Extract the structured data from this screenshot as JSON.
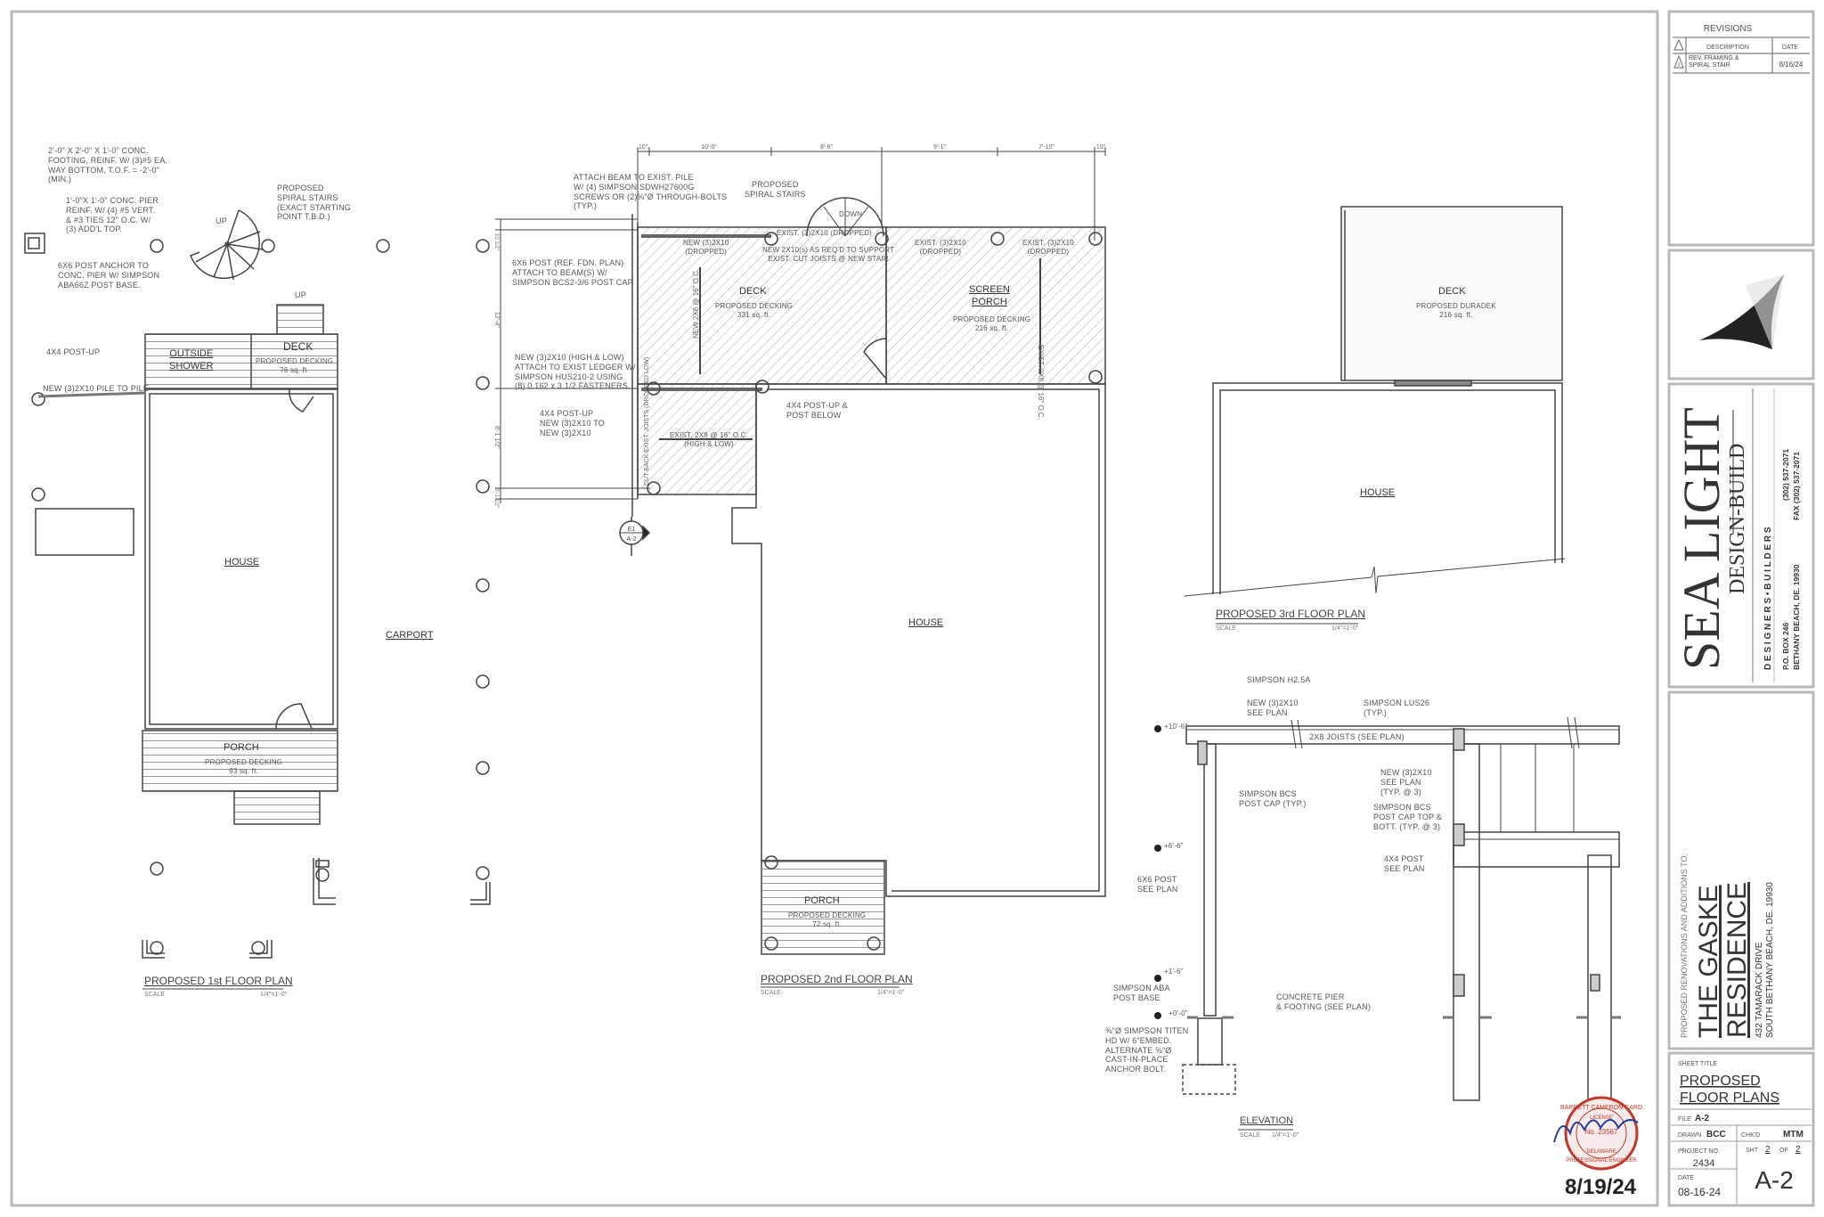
{
  "revisions": {
    "title": "REVISIONS",
    "col_description": "DESCRIPTION",
    "col_date": "DATE",
    "rows": [
      {
        "mark": "1",
        "description": "REV. FRAMING &\nSPIRAL STAIR",
        "date": "8/16/24"
      }
    ]
  },
  "firm": {
    "name": "SEA LIGHT",
    "subname": "DESIGN-BUILD",
    "tagline": "D E S I G N E R S  •  B U I L D E R S",
    "address1": "P.O. BOX 246",
    "address2": "BETHANY BEACH, DE.   19930",
    "phone": "(302) 537-2071",
    "fax": "FAX (302) 537-2071"
  },
  "project": {
    "intro": "PROPOSED RENOVATIONS AND ADDITIONS TO:",
    "name1": "THE GASKE",
    "name2": "RESIDENCE",
    "street": "432 TAMARACK DRIVE",
    "city": "SOUTH BETHANY BEACH, DE.   19930"
  },
  "sheet": {
    "title_label": "SHEET TITLE",
    "title1": "PROPOSED",
    "title2": "FLOOR PLANS",
    "file_label": "FILE",
    "file": "A-2",
    "drawn_label": "DRAWN",
    "drawn": "BCC",
    "checked_label": "CHK'D",
    "checked": "MTM",
    "project_no_label": "PROJECT NO.",
    "project_no": "2434",
    "sht_label": "SHT",
    "sht": "2",
    "of_label": "OF",
    "of": "2",
    "date_label": "DATE",
    "date": "08-16-24",
    "number": "A-2"
  },
  "stamp": {
    "text_top": "BARRETT CAMERON CARD",
    "license": "LICENSE",
    "number": "No. 23567",
    "text_bottom": "PROFESSIONAL ENGINEER",
    "state": "DELAWARE",
    "date": "8/19/24"
  },
  "plan1": {
    "title": "PROPOSED 1st FLOOR PLAN",
    "scale_label": "SCALE",
    "scale": "1/4\"=1'-0\"",
    "notes": {
      "footing": "2'-0\" X 2'-0\" X 1'-0\" CONC.\nFOOTING, REINF. W/ (3)#5 EA.\nWAY BOTTOM, T.O.F. = -2'-0\"\n(MIN.)",
      "pier": "1'-0\"X 1'-0\" CONC. PIER\nREINF. W/ (4) #5 VERT.\n& #3 TIES 12\" O.C. W/\n(3) ADD'L TOP.",
      "anchor": "6X6 POST ANCHOR TO\nCONC. PIER W/ SIMPSON\nABA66Z POST BASE.",
      "spiral": "PROPOSED\nSPIRAL STAIRS\n(EXACT STARTING\nPOINT T.B.D.)",
      "up_spiral": "UP",
      "up_stair": "UP",
      "post_up": "4X4 POST-UP",
      "pile": "NEW (3)2X10 PILE TO PILE"
    },
    "shower": "OUTSIDE\nSHOWER",
    "deck": "DECK",
    "deck_info": "PROPOSED DECKING\n76 sq. ft.",
    "house": "HOUSE",
    "porch": "PORCH",
    "porch_info": "PROPOSED DECKING\n93 sq. ft.",
    "carport": "CARPORT"
  },
  "plan2": {
    "title": "PROPOSED 2nd FLOOR PLAN",
    "scale_label": "SCALE",
    "scale": "1/4\"=1'-0\"",
    "dims_top": [
      "10\"",
      "10'-0\"",
      "8'-8\"",
      "9'-1\"",
      "7'-10\"",
      "10\""
    ],
    "dims_left": [
      "10 1/2\"",
      "12'-4\"",
      "8'-1 1/2\"",
      "2'-1 1/2\""
    ],
    "notes": {
      "attach_beam": "ATTACH BEAM TO EXIST. PILE\nW/ (4) SIMPSON SDWH27600G\nSCREWS OR (2)⅝\"Ø THROUGH-BOLTS\n(TYP.)",
      "spiral": "PROPOSED\nSPIRAL STAIRS",
      "post_6x6": "6X6 POST (REF. FDN. PLAN)\nATTACH TO BEAM(S) W/\nSIMPSON BCS2-3/6 POST CAP",
      "ledger": "NEW (3)2X10 (HIGH & LOW)\nATTACH TO EXIST LEDGER W/\nSIMPSON HUS210-2 USING\n(8) 0.162 x 3 1/2 FASTENERS.",
      "post_up_a": "4X4 POST-UP\nNEW (3)2X10 TO\nNEW (3)2X10",
      "post_up_b": "4X4 POST-UP &\nPOST BELOW",
      "new_dropped": "NEW (3)2X10\n(DROPPED)",
      "exist_stair": "EXIST. (3)2X10 (DROPPED)",
      "new_support": "NEW 2X10(s) AS REQ'D TO SUPPORT\nEXIST. CUT JOISTS @ NEW STAIR",
      "down": "DOWN",
      "new_joists": "NEW 2X8 @ 16\" O.C.",
      "exist_a": "EXIST. (3)2X10\n(DROPPED)",
      "exist_b": "EXIST. (3)2X10\n(DROPPED)",
      "exist_joists": "EXIST. 2X8 @ 16\" O.C.",
      "exist_joists_low": "EXIST. 2X8 @ 16\" O.C.\n(HIGH & LOW)",
      "cut_back": "CUT BACK EXIST. JOISTS\n(DROPPED LOW)"
    },
    "deck": "DECK",
    "deck_info": "PROPOSED DECKING\n331 sq. ft.",
    "screen_porch": "SCREEN\nPORCH",
    "screen_porch_info": "PROPOSED DECKING\n216 sq. ft.",
    "house": "HOUSE",
    "porch": "PORCH",
    "porch_info": "PROPOSED DECKING\n72 sq. ft.",
    "section_top": "E1",
    "section_bottom": "A-2"
  },
  "plan3": {
    "title": "PROPOSED 3rd FLOOR PLAN",
    "scale_label": "SCALE",
    "scale": "1/4\"=1'-0\"",
    "deck": "DECK",
    "deck_info": "PROPOSED DURADEK\n216 sq. ft.",
    "house": "HOUSE"
  },
  "elevation": {
    "title": "ELEVATION",
    "scale_label": "SCALE",
    "scale": "1/4\"=1'-0\"",
    "levels": [
      "+10'-6\"",
      "+6'-6\"",
      "+1'-6\"",
      "+0'-0\""
    ],
    "notes": {
      "h25a": "SIMPSON H2.5A",
      "new_beam": "NEW (3)2X10\nSEE PLAN",
      "lus26": "SIMPSON LUS26\n(TYP.)",
      "joists": "2X8 JOISTS (SEE PLAN)",
      "bcs": "SIMPSON BCS\nPOST CAP (TYP.)",
      "new_beam3": "NEW (3)2X10\nSEE PLAN\n(TYP. @ 3)",
      "bcs_tb": "SIMPSON BCS\nPOST CAP TOP &\nBOTT. (TYP. @ 3)",
      "post4": "4X4 POST\nSEE PLAN",
      "post6": "6X6 POST\nSEE PLAN",
      "aba": "SIMPSON ABA\nPOST BASE",
      "pier": "CONCRETE PIER\n& FOOTING (SEE PLAN)",
      "titen": "⅝\"Ø SIMPSON TITEN\nHD W/ 6\"EMBED.\nALTERNATE ⅝\"Ø\nCAST-IN-PLACE\nANCHOR BOLT."
    }
  },
  "colors": {
    "line": "#444444",
    "border": "#b8b8b8",
    "stamp_red": "#c0392b",
    "signature_blue": "#1f3f9a"
  }
}
